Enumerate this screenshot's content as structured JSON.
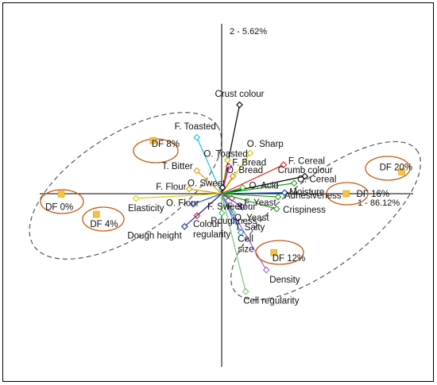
{
  "chart_data": {
    "type": "scatter",
    "title": "",
    "x_axis_label": "1 - 86.12%",
    "y_axis_label": "2 - 5.62%",
    "xlim": [
      -1.0,
      1.0
    ],
    "ylim": [
      -1.0,
      1.0
    ],
    "grid": false,
    "legend": "none",
    "samples": [
      {
        "label": "DF 0%",
        "x": -0.762,
        "y": -0.002
      },
      {
        "label": "DF 4%",
        "x": -0.595,
        "y": -0.102
      },
      {
        "label": "DF 8%",
        "x": -0.325,
        "y": 0.262
      },
      {
        "label": "DF 12%",
        "x": 0.248,
        "y": -0.291
      },
      {
        "label": "DF 16%",
        "x": 0.591,
        "y": 0.0
      },
      {
        "label": "DF 20%",
        "x": 0.855,
        "y": 0.108
      }
    ],
    "attributes": [
      {
        "label": "Crust colour",
        "x": 0.085,
        "y": 0.439,
        "color": "#000000"
      },
      {
        "label": "F. Toasted",
        "x": -0.118,
        "y": 0.278,
        "color": "#18c0e0"
      },
      {
        "label": "O. Sharp",
        "x": 0.135,
        "y": 0.2,
        "color": "#d4c800"
      },
      {
        "label": "O. Toasted",
        "x": 0.028,
        "y": 0.166,
        "color": "#c8b000"
      },
      {
        "label": "F. Cereal",
        "x": 0.294,
        "y": 0.143,
        "color": "#e0202a"
      },
      {
        "label": "F. Bread",
        "x": 0.035,
        "y": 0.135,
        "color": "#c020c0"
      },
      {
        "label": "T. Bitter",
        "x": -0.118,
        "y": 0.113,
        "color": "#e8a000"
      },
      {
        "label": "Crumb colour",
        "x": 0.395,
        "y": 0.086,
        "color": "#000000"
      },
      {
        "label": "O. Bread",
        "x": 0.053,
        "y": 0.086,
        "color": "#e08000"
      },
      {
        "label": "O. Cereal",
        "x": 0.344,
        "y": 0.052,
        "color": "#20a020"
      },
      {
        "label": "O. Sweet",
        "x": 0.004,
        "y": 0.03,
        "color": "#000000"
      },
      {
        "label": "O. Acid",
        "x": 0.1,
        "y": 0.03,
        "color": "#20c020"
      },
      {
        "label": "F. Flour",
        "x": -0.154,
        "y": 0.023,
        "color": "#d0a000"
      },
      {
        "label": "Moisture",
        "x": 0.299,
        "y": 0.005,
        "color": "#0040c0"
      },
      {
        "label": "Adhesiveness",
        "x": 0.268,
        "y": -0.016,
        "color": "#20a020"
      },
      {
        "label": "Elasticity",
        "x": -0.407,
        "y": -0.023,
        "color": "#d8d000"
      },
      {
        "label": "F. Sweet",
        "x": 0.015,
        "y": -0.023,
        "color": "#20a020"
      },
      {
        "label": "F. Sour",
        "x": 0.048,
        "y": -0.023,
        "color": "#e04040"
      },
      {
        "label": "O. Flour",
        "x": -0.136,
        "y": -0.052,
        "color": "#3060d0"
      },
      {
        "label": "F. Yeast",
        "x": 0.099,
        "y": -0.066,
        "color": "#8030c0"
      },
      {
        "label": "Crispiness",
        "x": 0.261,
        "y": -0.075,
        "color": "#20a020"
      },
      {
        "label": "Roughness",
        "x": 0.001,
        "y": -0.095,
        "color": "#40c040"
      },
      {
        "label": "O. Yeast",
        "x": 0.053,
        "y": -0.095,
        "color": "#50c050"
      },
      {
        "label": "Colour regularity",
        "x": -0.117,
        "y": -0.109,
        "color": "#e02020"
      },
      {
        "label": "T. Salty",
        "x": 0.055,
        "y": -0.134,
        "color": "#8080e0"
      },
      {
        "label": "Dough height",
        "x": -0.176,
        "y": -0.162,
        "color": "#2030a0"
      },
      {
        "label": "Cell size",
        "x": 0.091,
        "y": -0.191,
        "color": "#20a0e0"
      },
      {
        "label": "Density",
        "x": 0.212,
        "y": -0.377,
        "color": "#a060e0"
      },
      {
        "label": "Cell regularity",
        "x": 0.114,
        "y": -0.484,
        "color": "#80c080"
      }
    ]
  },
  "colors": {
    "sample_fill": "#f5c242",
    "sample_ring": "#c55a11",
    "group_ellipse": "#555555"
  }
}
